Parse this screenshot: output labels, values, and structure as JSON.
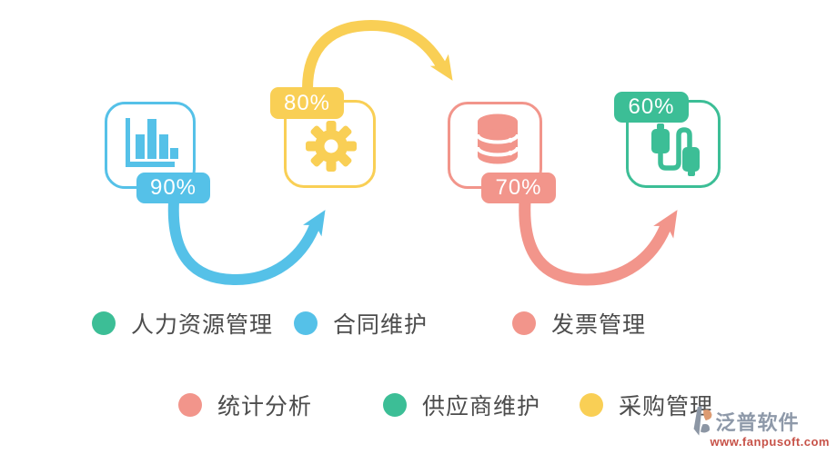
{
  "palette": {
    "blue": "#55C1E8",
    "yellow": "#F9CF55",
    "salmon": "#F2958B",
    "green": "#3CBE96",
    "legend_text": "#4C4C4C",
    "badge_text": "#FFFFFF",
    "watermark_title_color": "#8E99A9",
    "watermark_url_color": "#C75248"
  },
  "steps": [
    {
      "percent": "90%",
      "color": "#55C1E8",
      "icon": "bar-chart-icon",
      "badge_position": "bottom"
    },
    {
      "percent": "80%",
      "color": "#F9CF55",
      "icon": "gear-icon",
      "badge_position": "top"
    },
    {
      "percent": "70%",
      "color": "#F2958B",
      "icon": "database-icon",
      "badge_position": "bottom"
    },
    {
      "percent": "60%",
      "color": "#3CBE96",
      "icon": "usb-cable-icon",
      "badge_position": "top"
    }
  ],
  "legend": [
    {
      "label": "人力资源管理",
      "color": "#3CBE96"
    },
    {
      "label": "合同维护",
      "color": "#55C1E8"
    },
    {
      "label": "发票管理",
      "color": "#F2958B"
    },
    {
      "label": "统计分析",
      "color": "#F2958B"
    },
    {
      "label": "供应商维护",
      "color": "#3CBE96"
    },
    {
      "label": "采购管理",
      "color": "#F9CF55"
    }
  ],
  "watermark": {
    "title": "泛普软件",
    "url": "www.fanpusoft.com"
  }
}
